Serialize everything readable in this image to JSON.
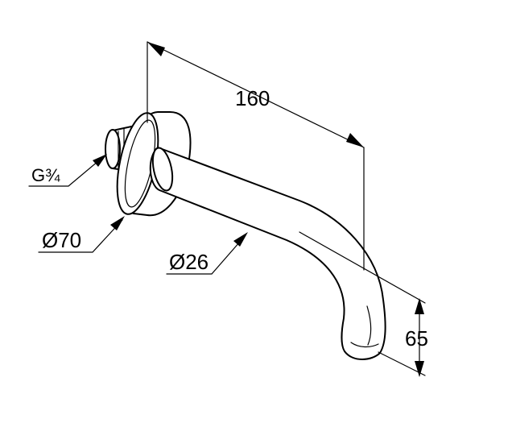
{
  "drawing": {
    "line_color": "#000000",
    "background_color": "#ffffff"
  },
  "dimensions": {
    "length": "160",
    "height": "65",
    "flange_diameter": "Ø70",
    "spout_diameter": "Ø26",
    "thread": "G¾"
  }
}
